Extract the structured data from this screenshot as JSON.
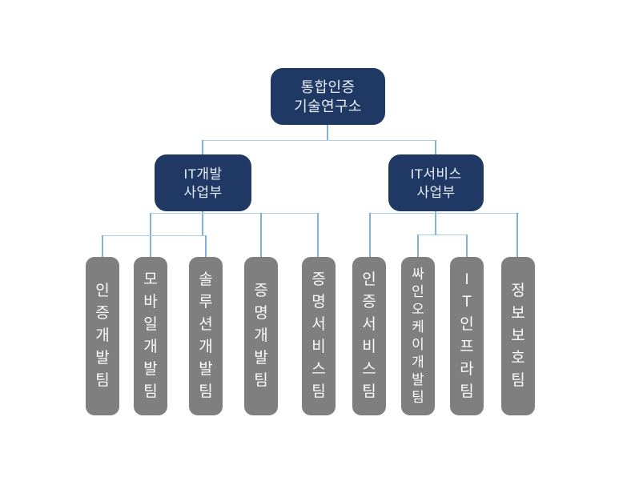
{
  "org": {
    "root": {
      "line1": "통합인증",
      "line2": "기술연구소"
    },
    "divisions": [
      {
        "line1": "IT개발",
        "line2": "사업부",
        "teams": [
          {
            "label": "인증개발팀"
          },
          {
            "label": "모바일개발팀"
          },
          {
            "label": "솔루션개발팀"
          },
          {
            "label": "증명개발팀"
          },
          {
            "label": "증명서비스팀"
          }
        ]
      },
      {
        "line1": "IT서비스",
        "line2": "사업부",
        "teams": [
          {
            "label": "인증서비스팀"
          },
          {
            "label": "싸인오케이개발팀"
          },
          {
            "label": "IT인프라팀"
          },
          {
            "label": "정보보호팀"
          }
        ]
      }
    ]
  },
  "colors": {
    "navy": "#1f3864",
    "team-gray": "#7f7f7f",
    "line-light": "#a9cce7",
    "line-mid": "#84b1da",
    "box-text": "#e9eff8"
  }
}
